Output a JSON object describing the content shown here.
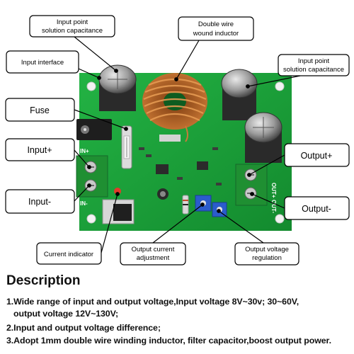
{
  "labels": {
    "input_cap_left": [
      "Input point",
      "solution capacitance"
    ],
    "double_wire": [
      "Double wire",
      "wound inductor"
    ],
    "input_interface": "Input interface",
    "input_cap_right": [
      "Input point",
      "solution capacitance"
    ],
    "fuse": "Fuse",
    "input_plus": "Input+",
    "input_minus": "Input-",
    "output_plus": "Output+",
    "output_minus": "Output-",
    "current_indicator": "Current indicator",
    "output_current": [
      "Output current",
      "adjustment"
    ],
    "output_voltage": [
      "Output voltage",
      "regulation"
    ]
  },
  "board_text": {
    "in_plus": "IN+",
    "in_minus": "IN-",
    "out": "OUT+",
    "out_minus": "OUT-"
  },
  "description": {
    "title": "Description",
    "lines": [
      "1.Wide range of input and output voltage,Input voltage 8V~30v; 30~60V,",
      "   output voltage 12V~130V;",
      "2.Input and output voltage difference;",
      "3.Adopt 1mm double wire winding inductor, filter capacitor,boost output power."
    ]
  },
  "colors": {
    "pcb": "#1aa33a",
    "terminal": "#1f8f32",
    "label_border": "#000000",
    "leader": "#000000"
  }
}
